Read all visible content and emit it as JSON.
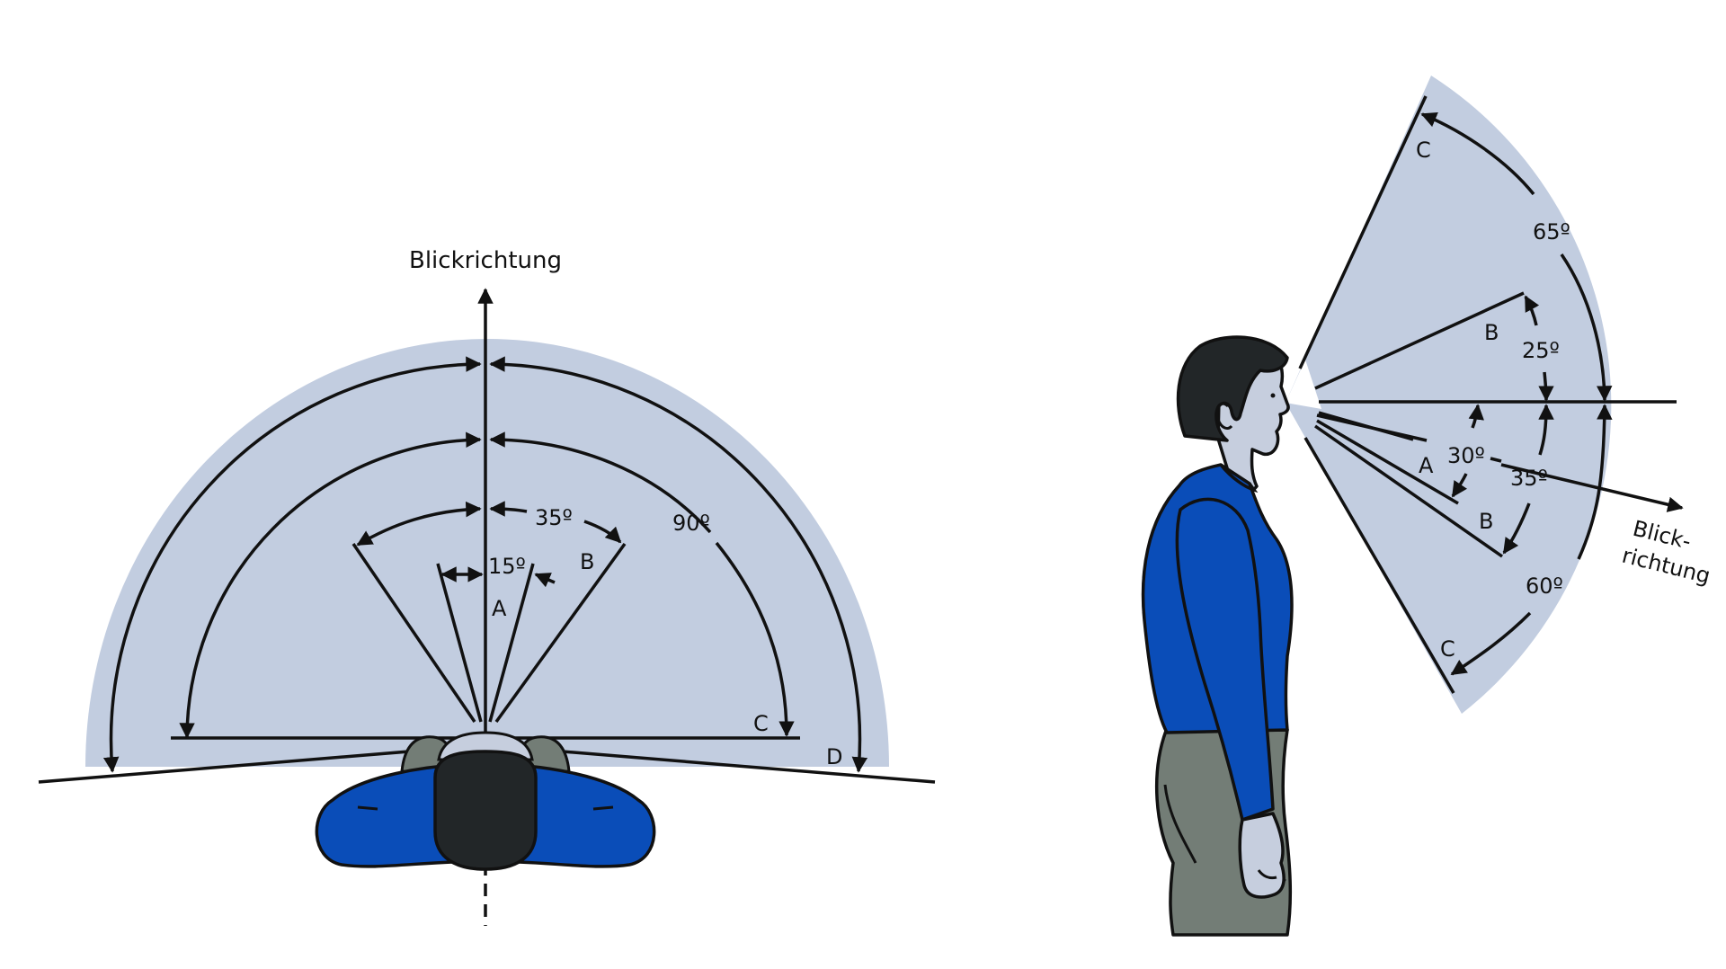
{
  "colors": {
    "field": "#c2cde0",
    "line": "#111111",
    "shirt": "#0a4db8",
    "hair": "#222628",
    "skin": "#c6cede",
    "trousers": "#737d76",
    "shoulder": "#737d76"
  },
  "top_view": {
    "direction_label": "Blickrichtung",
    "angles": {
      "a": "15º",
      "b": "35º",
      "c": "90º"
    },
    "zones": {
      "a": "A",
      "b": "B",
      "c": "C",
      "d": "D"
    }
  },
  "side_view": {
    "direction_label_1": "Blick-",
    "direction_label_2": "richtung",
    "angles": {
      "c_up": "65º",
      "b_up": "25º",
      "a": "30º",
      "b_down": "35º",
      "c_down": "60º"
    },
    "zones": {
      "c_up": "C",
      "b_up": "B",
      "a": "A",
      "b_down": "B",
      "c_down": "C"
    }
  }
}
